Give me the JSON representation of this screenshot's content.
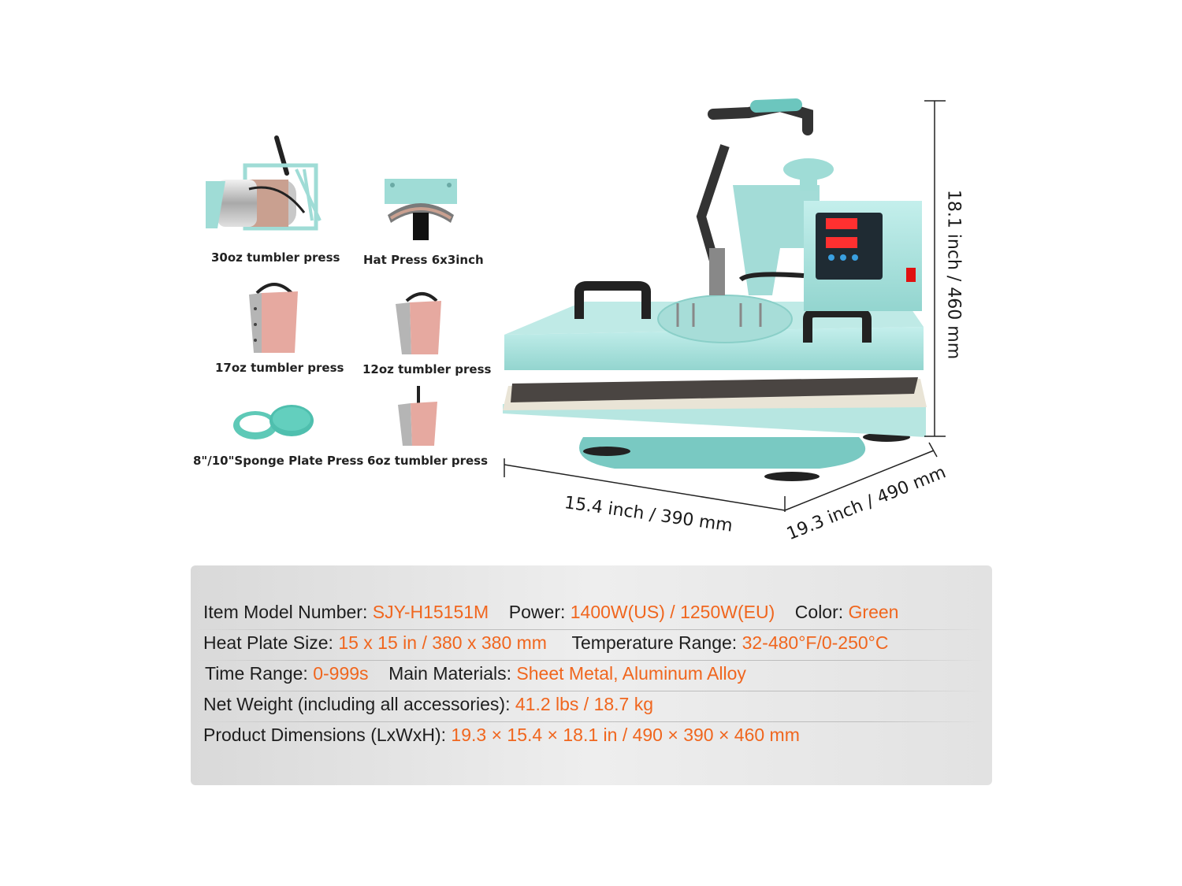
{
  "accessories": [
    {
      "label": "30oz tumbler press"
    },
    {
      "label": "Hat Press 6x3inch"
    },
    {
      "label": "17oz tumbler press"
    },
    {
      "label": "12oz tumbler press"
    },
    {
      "label": "8\"/10\"Sponge Plate Press"
    },
    {
      "label": "6oz tumbler press"
    }
  ],
  "dimensions": {
    "height": "18.1 inch / 460 mm",
    "width": "15.4 inch / 390 mm",
    "depth": "19.3 inch / 490 mm"
  },
  "specs": {
    "model_label": "Item Model Number:",
    "model_value": "SJY-H15151M",
    "power_label": "Power:",
    "power_value": "1400W(US) / 1250W(EU)",
    "color_label": "Color:",
    "color_value": "Green",
    "plate_label": "Heat Plate Size:",
    "plate_value": "15 x 15 in / 380 x 380 mm",
    "temp_label": "Temperature Range:",
    "temp_value": "32-480°F/0-250°C",
    "time_label": "Time Range:",
    "time_value": "0-999s",
    "materials_label": "Main Materials:",
    "materials_value": "Sheet Metal, Aluminum Alloy",
    "weight_label": "Net Weight (including all accessories):",
    "weight_value": "41.2 lbs / 18.7 kg",
    "dims_label": "Product Dimensions (LxWxH):",
    "dims_value": "19.3 × 15.4 × 18.1 in / 490 × 390 × 460 mm"
  },
  "colors": {
    "mint": "#a6e0dc",
    "accent_orange": "#f0661e",
    "panel_gray": "#e4e4e4"
  }
}
